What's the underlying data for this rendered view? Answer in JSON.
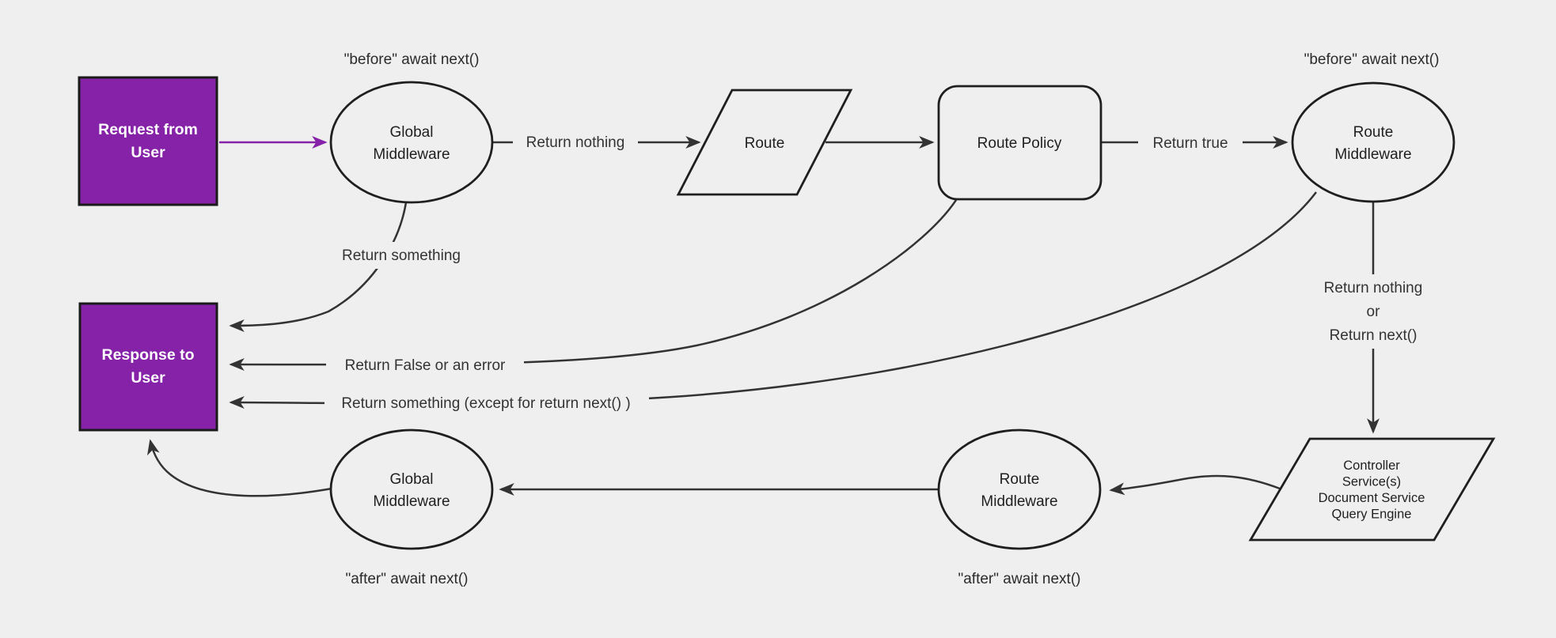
{
  "colors": {
    "background": "#efefef",
    "purple": "#8522a8",
    "node_stroke": "#1f1f1f",
    "edge": "#333333",
    "text": "#1f1f1f",
    "white_text": "#ffffff"
  },
  "nodes": {
    "request": {
      "lines": [
        "Request from",
        "User"
      ]
    },
    "global_middleware_top": {
      "lines": [
        "Global",
        "Middleware"
      ]
    },
    "route": {
      "label": "Route"
    },
    "route_policy": {
      "label": "Route Policy"
    },
    "route_middleware_top": {
      "lines": [
        "Route",
        "Middleware"
      ]
    },
    "response": {
      "lines": [
        "Response to",
        "User"
      ]
    },
    "route_middleware_bottom": {
      "lines": [
        "Route",
        "Middleware"
      ]
    },
    "global_middleware_bottom": {
      "lines": [
        "Global",
        "Middleware"
      ]
    },
    "controller": {
      "lines": [
        "Controller",
        "Service(s)",
        "Document Service",
        "Query Engine"
      ]
    }
  },
  "annotations": {
    "before_await_next_left": "\"before\" await next()",
    "before_await_next_right": "\"before\" await next()",
    "after_await_next_left": "\"after\" await next()",
    "after_await_next_right": "\"after\" await next()"
  },
  "edge_labels": {
    "return_nothing": "Return nothing",
    "return_true": "Return true",
    "return_something": "Return something",
    "return_false": "Return False or an error",
    "return_something_except": "Return something (except for return next() )",
    "return_nothing_or": [
      "Return nothing",
      "or",
      "Return next()"
    ]
  }
}
